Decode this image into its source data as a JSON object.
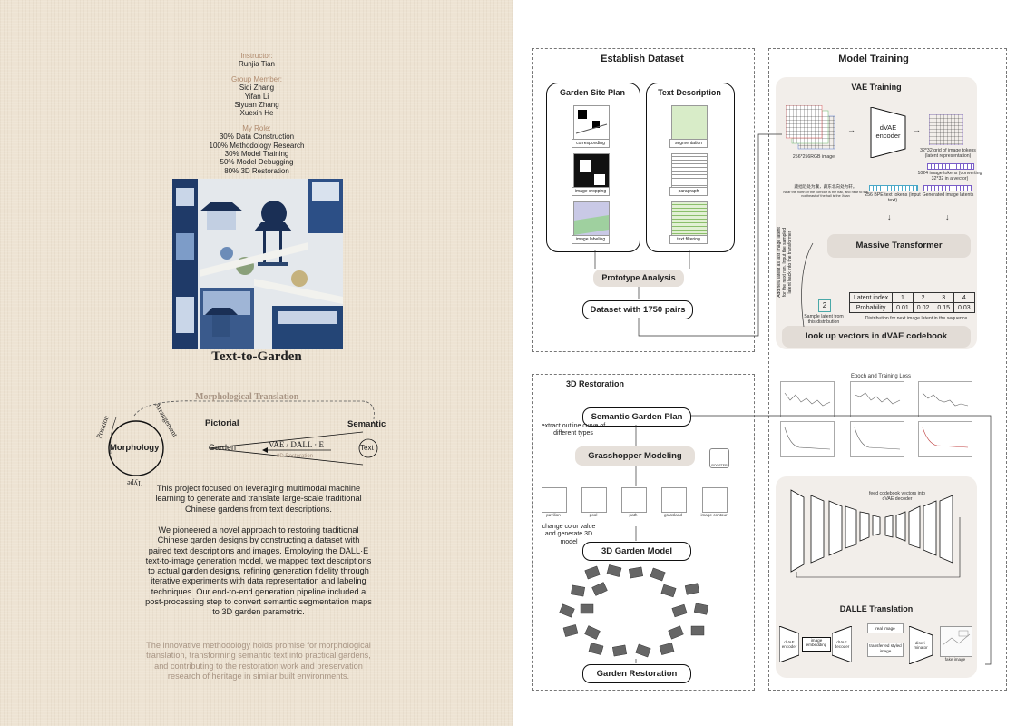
{
  "credits": {
    "instructor_label": "Instructor:",
    "instructor": "Runjia Tian",
    "group_label": "Group Member:",
    "members": [
      "Siqi Zhang",
      "Yifan Li",
      "Siyuan Zhang",
      "Xuexin He"
    ],
    "role_label": "My Role:",
    "roles": [
      "30% Data Construction",
      "100% Methodology Research",
      "30% Model Training",
      "50% Model Debugging",
      "80% 3D Restoration"
    ]
  },
  "title": "Text-to-Garden",
  "concept": {
    "morph_translation": "Morphological Translation",
    "position": "Position",
    "arrangement": "Arrangement",
    "type": "Type",
    "morphology": "Morphology",
    "pictorial": "Pictorial",
    "semantic": "Semantic",
    "garden": "Garden",
    "text": "Text",
    "vae_dalle": "VAE / DALL · E",
    "restoration_3d": "3D Restoration"
  },
  "paragraphs": [
    "This project focused on leveraging multimodal machine learning to generate and translate large-scale traditional Chinese gardens from text descriptions.",
    "We pioneered a novel approach to restoring traditional Chinese garden designs by constructing a dataset with paired text descriptions and images. Employing the DALL·E text-to-image generation model, we mapped text descriptions to actual garden designs, refining generation fidelity through iterative experiments with data representation and labeling techniques. Our end-to-end generation pipeline included a post-processing step to convert semantic segmentation maps to 3D garden parametric.",
    "The innovative methodology holds promise for morphological translation, transforming semantic text into practical gardens, and contributing to the restoration work and preservation research of heritage in similar built environments."
  ],
  "dataset": {
    "title": "Establish Dataset",
    "site_plan": "Garden Site Plan",
    "text_desc": "Text Description",
    "steps_left": [
      "corresponding",
      "image cropping",
      "image labeling"
    ],
    "steps_right": [
      "segmentation",
      "paragraph",
      "text filtering"
    ],
    "prototype": "Prototype Analysis",
    "pairs": "Dataset with 1750 pairs"
  },
  "restoration": {
    "title": "3D Restoration",
    "semantic_plan": "Semantic Garden Plan",
    "extract_note": "extract outline curve of different types",
    "grasshopper": "Grasshopper Modeling",
    "rooster": "ROOSTER",
    "layers": [
      "pavilion",
      "pool",
      "path",
      "grassland",
      "image contour"
    ],
    "color_note": "change color value and generate 3D model",
    "model_3d": "3D Garden Model",
    "garden_restoration": "Garden Restoration"
  },
  "training": {
    "title": "Model Training",
    "vae_title": "VAE Training",
    "rgb_image": "256*256RGB image",
    "dvae_encoder": "dVAE encoder",
    "grid_tokens": "32*32 grid of image tokens (latent representation)",
    "image_tokens": "1024 image tokens (converting 32*32 in a vector)",
    "cn_text": "藏拙近处为囊，藏东北向处为轩。",
    "en_text": "Near the north of the corridor is the hall, and near to the northeast of the hall is the Xuan",
    "bpe_tokens": "256 BPE text tokens (input text)",
    "gen_latents": "Generated image latents",
    "transformer": "Massive Transformer",
    "loop_note": "Add new latent as last image latent for the next run. Input the sampled latent back into the transformer",
    "latent_header": [
      "Latent index",
      "1",
      "2",
      "3",
      "4"
    ],
    "prob_row": [
      "Probability",
      "0.01",
      "0.02",
      "0.15",
      "0.03"
    ],
    "dist_note": "Distribution for next image latent in the sequence",
    "sample_value": "2",
    "sample_note": "Sample latent from this distribution",
    "lookup": "look up vectors in dVAE codebook",
    "loss_title": "Epoch and Training Loss",
    "feed_note": "feed codebook vectors into dVAE decoder",
    "dalle_title": "DALLE Translation",
    "dalle_enc": "dVAE encoder",
    "image_embedding": "image embedding",
    "dalle_dec": "dVAE decoder",
    "real_image": "real image",
    "transferred": "transferred styled image",
    "discriminator": "discri- minator",
    "fake_image": "fake image"
  },
  "colors": {
    "accent_brown": "#b08b6e",
    "indigo": "#3a5a8c",
    "tile_red": "#e05050",
    "tile_green": "#6ab86a",
    "tile_blue": "#5b7fd6"
  }
}
